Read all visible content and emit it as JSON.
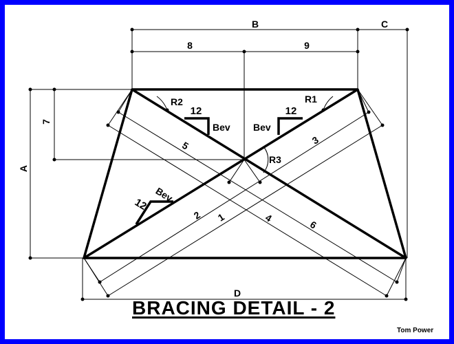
{
  "title": "BRACING DETAIL - 2",
  "credit": "Tom Power",
  "dimensions": {
    "A": "A",
    "B": "B",
    "C": "C",
    "D": "D",
    "d7": "7",
    "d8": "8",
    "d9": "9"
  },
  "radii": {
    "r1": "R1",
    "r2": "R2",
    "r3": "R3"
  },
  "members": {
    "m1": "1",
    "m2": "2",
    "m3": "3",
    "m4": "4",
    "m5": "5",
    "m6": "6"
  },
  "bevels": {
    "left_rise": "12",
    "left_label": "Bev",
    "right_rise": "12",
    "right_label": "Bev",
    "lower_rise": "12",
    "lower_label": "Bev"
  },
  "colors": {
    "frame": "#0000ff",
    "ink": "#000000",
    "paper": "#ffffff"
  }
}
